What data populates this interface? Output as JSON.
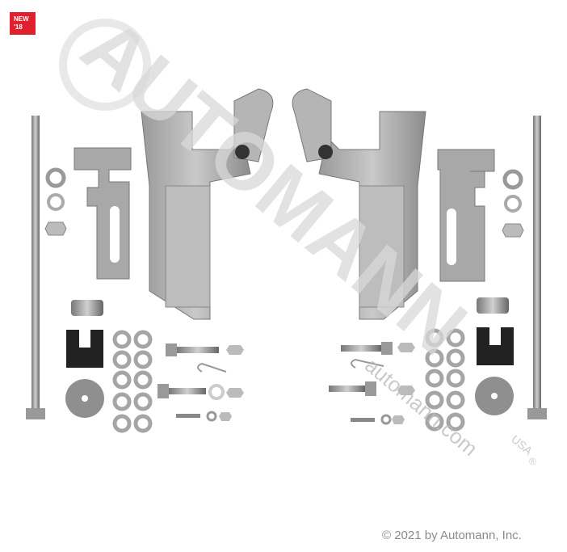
{
  "badge": {
    "line1": "NEW",
    "line2": "'18",
    "color": "#e0202f"
  },
  "watermark": {
    "brand": "AUTOMANN",
    "url": "automann.com",
    "registered": "®",
    "suffix": "USA"
  },
  "copyright": "© 2021 by Automann, Inc."
}
